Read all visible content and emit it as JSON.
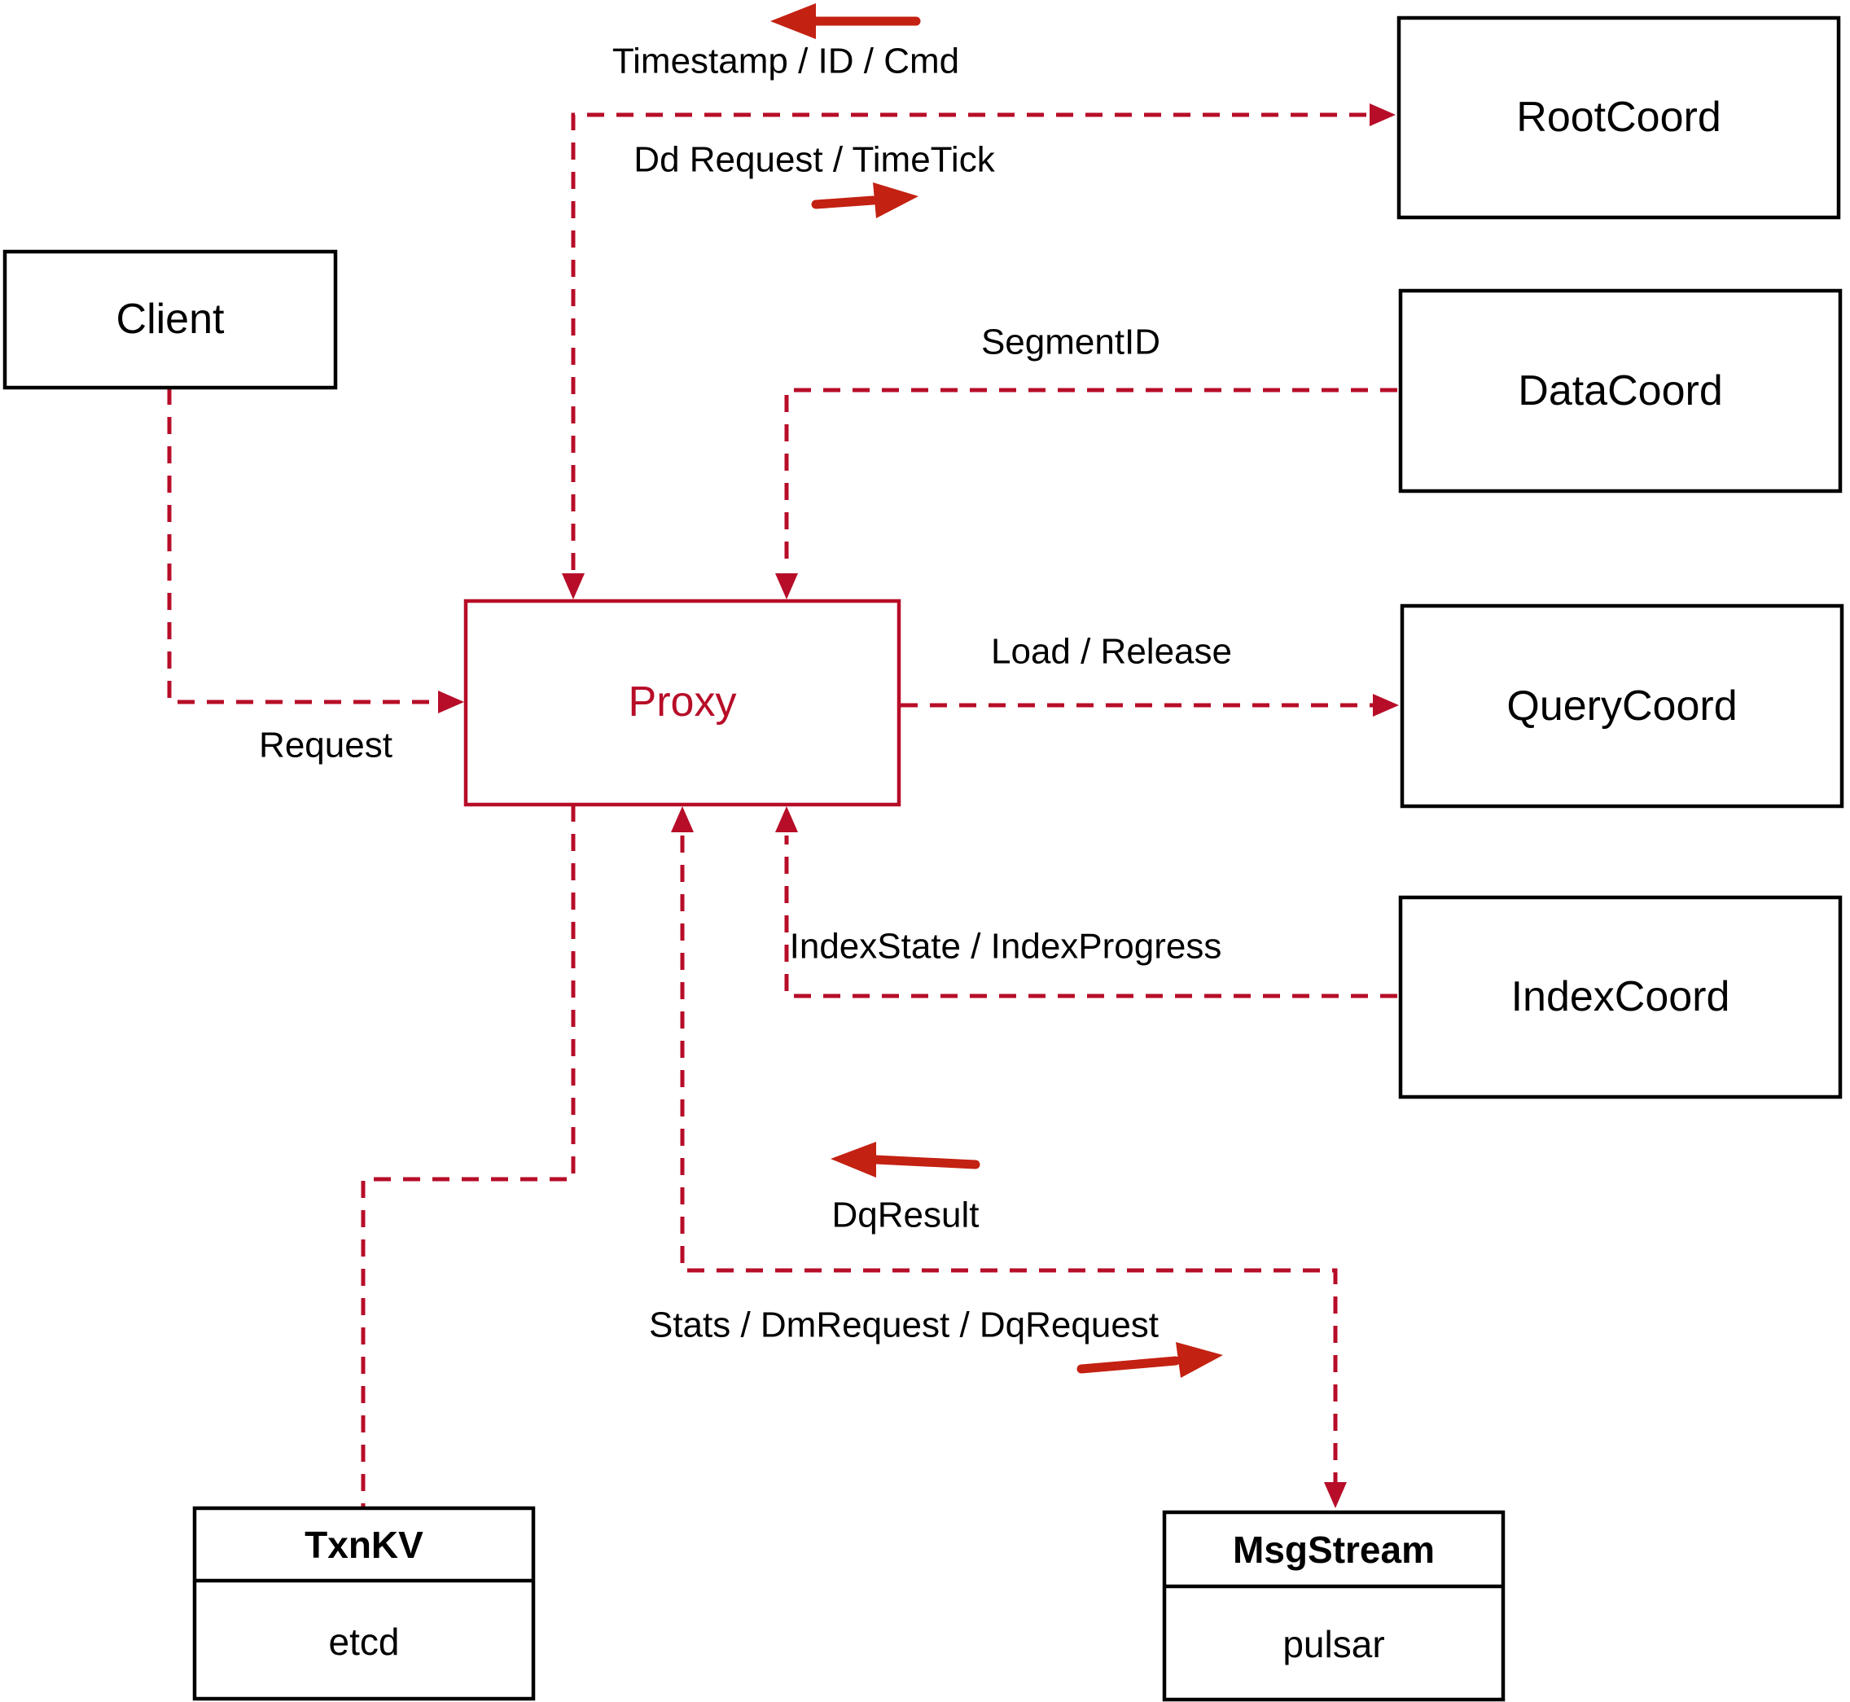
{
  "diagram": {
    "colors": {
      "connector": "#b70d28",
      "direction_arrow": "#c32112",
      "node_border": "#000000",
      "proxy_accent": "#b70d28",
      "label_text": "#000000",
      "background": "#ffffff"
    },
    "nodes": {
      "client": {
        "label": "Client"
      },
      "proxy": {
        "label": "Proxy"
      },
      "root_coord": {
        "label": "RootCoord"
      },
      "data_coord": {
        "label": "DataCoord"
      },
      "query_coord": {
        "label": "QueryCoord"
      },
      "index_coord": {
        "label": "IndexCoord"
      },
      "txn_kv": {
        "title": "TxnKV",
        "implementation": "etcd"
      },
      "msg_stream": {
        "title": "MsgStream",
        "implementation": "pulsar"
      }
    },
    "edges": {
      "client_to_proxy": {
        "label": "Request"
      },
      "proxy_root_coord": {
        "response_label": "Timestamp / ID / Cmd",
        "request_label": "Dd Request / TimeTick"
      },
      "data_coord_to_proxy": {
        "label": "SegmentID"
      },
      "proxy_to_query_coord": {
        "label": "Load / Release"
      },
      "index_coord_to_proxy": {
        "label": "IndexState / IndexProgress"
      },
      "proxy_msg_stream": {
        "response_label": "DqResult",
        "request_label": "Stats / DmRequest / DqRequest"
      }
    }
  }
}
